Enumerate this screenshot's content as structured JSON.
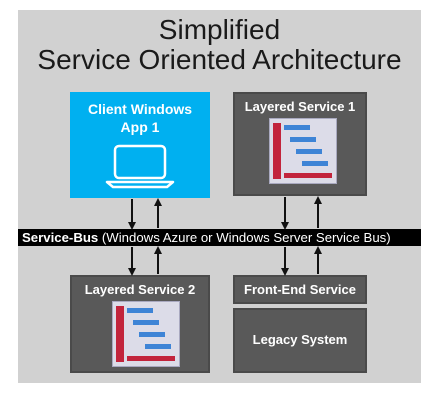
{
  "title": {
    "line1": "Simplified",
    "line2": "Service Oriented Architecture"
  },
  "nodes": {
    "client_app": {
      "label_line1": "Client Windows",
      "label_line2": "App 1",
      "color": "#00b0f0"
    },
    "layered_service_1": {
      "label": "Layered Service 1",
      "color": "#595959"
    },
    "layered_service_2": {
      "label": "Layered Service 2",
      "color": "#595959"
    },
    "front_end_service": {
      "label": "Front-End Service",
      "color": "#595959"
    },
    "legacy_system": {
      "label": "Legacy System",
      "color": "#595959"
    }
  },
  "service_bus": {
    "label_bold": "Service-Bus",
    "label_rest": " (Windows Azure or Windows Server Service Bus)"
  },
  "icons": [
    "laptop-icon",
    "layer-stack-icon"
  ]
}
